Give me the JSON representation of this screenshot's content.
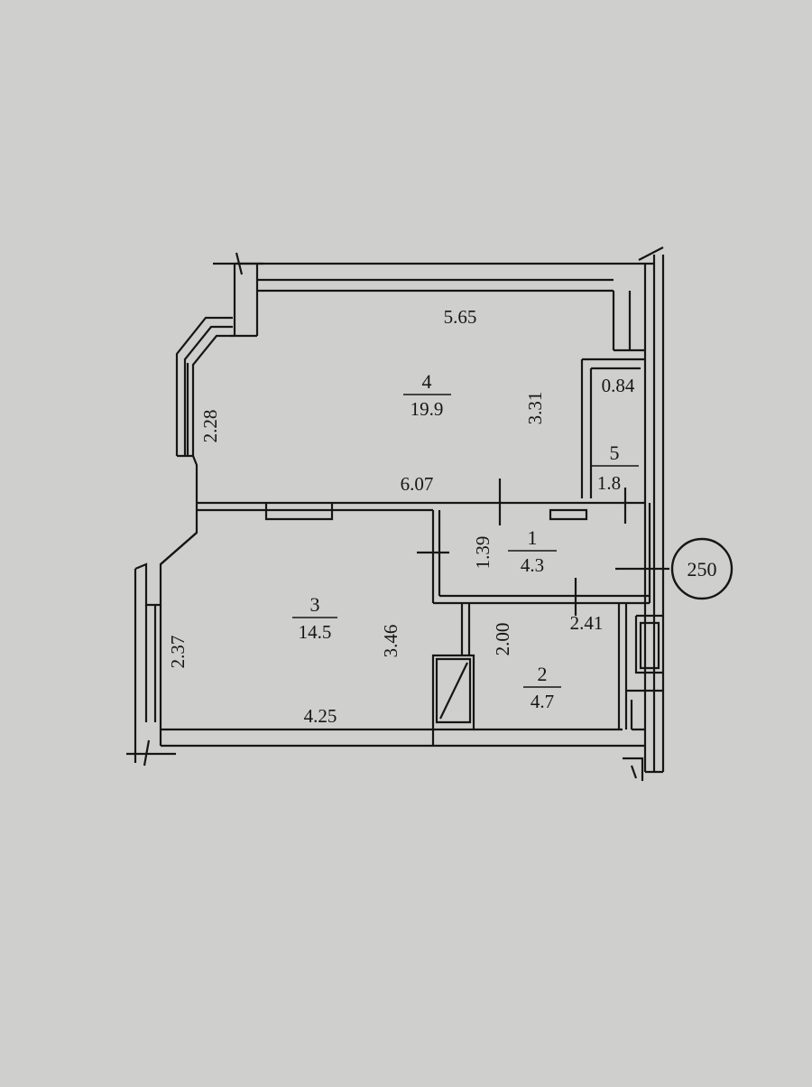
{
  "plan": {
    "rooms": [
      {
        "number": "4",
        "area": "19.9"
      },
      {
        "number": "3",
        "area": "14.5"
      },
      {
        "number": "1",
        "area": "4.3"
      },
      {
        "number": "2",
        "area": "4.7"
      },
      {
        "number": "5",
        "area": "1.8"
      }
    ],
    "dimensions": {
      "top_width": "5.65",
      "living_height": "3.31",
      "mid_width": "6.07",
      "left_upper": "2.28",
      "left_lower": "2.37",
      "room3_height": "3.46",
      "bottom_width": "4.25",
      "hall_height": "1.39",
      "bath_height": "2.00",
      "bath_width": "2.41",
      "closet_width": "0.84"
    },
    "apartment_tag": "250"
  },
  "colors": {
    "paper": "#cfcfcd",
    "ink": "#161616"
  }
}
